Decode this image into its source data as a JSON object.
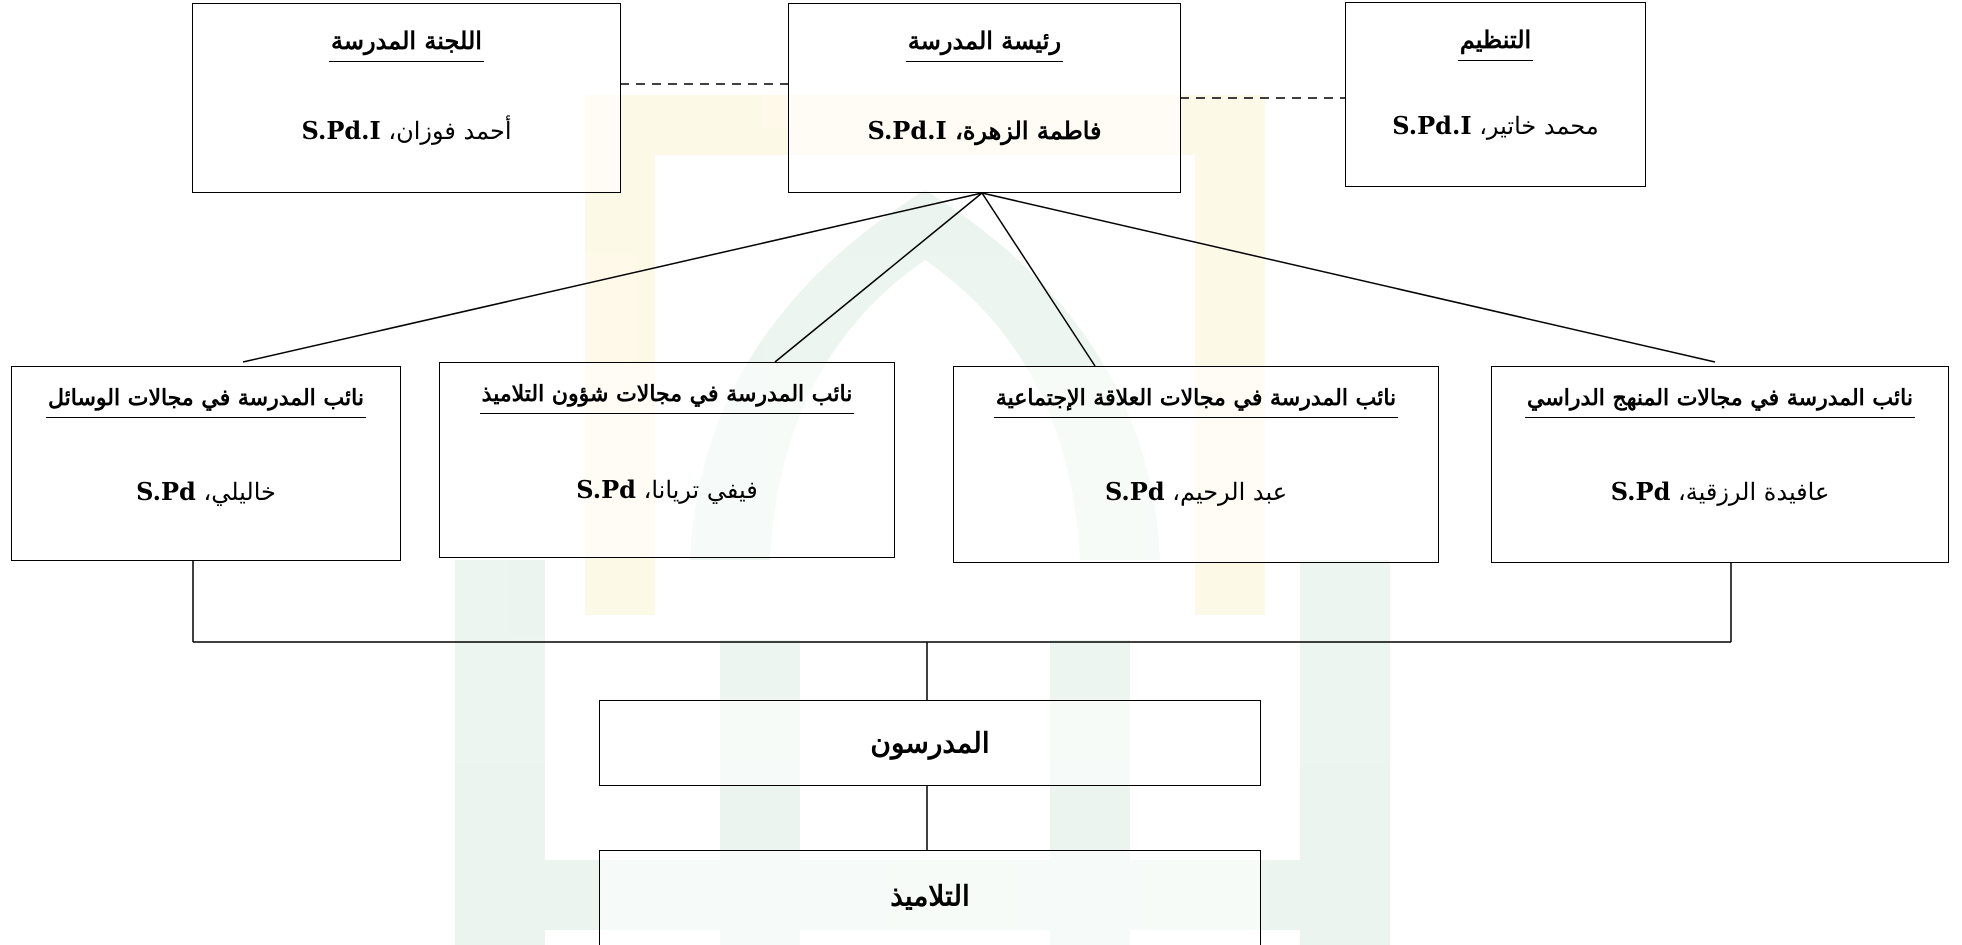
{
  "top_row": {
    "committee": {
      "title": "اللجنة المدرسة",
      "name": "أحمد فوزان،",
      "degree": "S.Pd.I"
    },
    "head": {
      "title": "رئيسة المدرسة",
      "name": "فاطمة الزهرة،",
      "degree": "S.Pd.I"
    },
    "organization": {
      "title": "التنظيم",
      "name": "محمد خاتير،",
      "degree": "S.Pd.I"
    }
  },
  "vice_row": [
    {
      "title": "نائب المدرسة في مجالات الوسائل",
      "name": "خاليلي،",
      "degree": "S.Pd"
    },
    {
      "title": "نائب المدرسة في مجالات شؤون التلاميذ",
      "name": "فيفي تريانا،",
      "degree": "S.Pd"
    },
    {
      "title": "نائب المدرسة في مجالات العلاقة الإجتماعية",
      "name": "عبد الرحيم،",
      "degree": "S.Pd"
    },
    {
      "title": "نائب المدرسة في مجالات المنهج الدراسي",
      "name": "عافيدة الرزقية،",
      "degree": "S.Pd"
    }
  ],
  "teachers": {
    "label": "المدرسون"
  },
  "students": {
    "label": "التلاميذ"
  },
  "colors": {
    "line": "#000000",
    "watermark_green": "#2e8b57",
    "watermark_yellow": "#f2c200"
  }
}
